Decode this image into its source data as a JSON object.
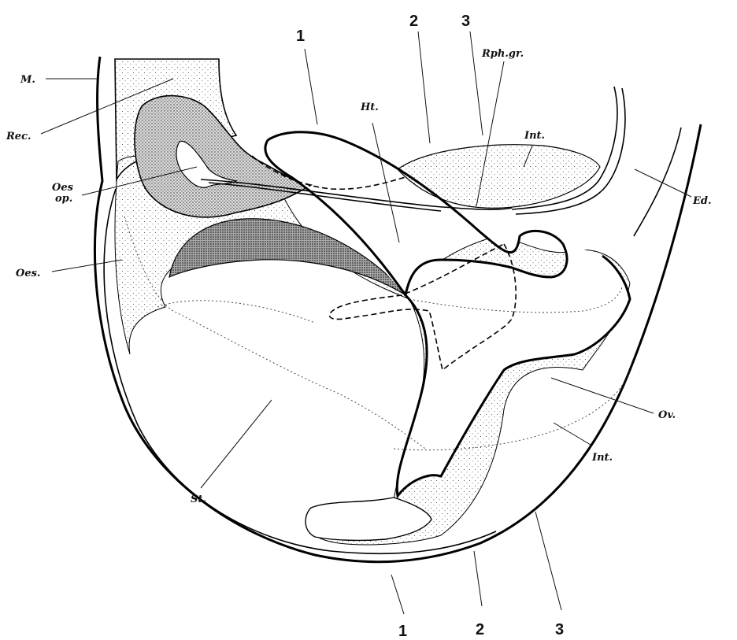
{
  "labels": {
    "m": "M.",
    "rec": "Rec.",
    "oes_op_1": "Oes",
    "oes_op_2": "op.",
    "oes": "Oes.",
    "st": "St.",
    "ht": "Ht.",
    "rph_gr": "Rph.gr.",
    "int_top": "Int.",
    "ed": "Ed.",
    "ov": "Ov.",
    "int_right": "Int."
  },
  "section_numbers": {
    "top": [
      "1",
      "2",
      "3"
    ],
    "bottom": [
      "1",
      "2",
      "3"
    ]
  }
}
